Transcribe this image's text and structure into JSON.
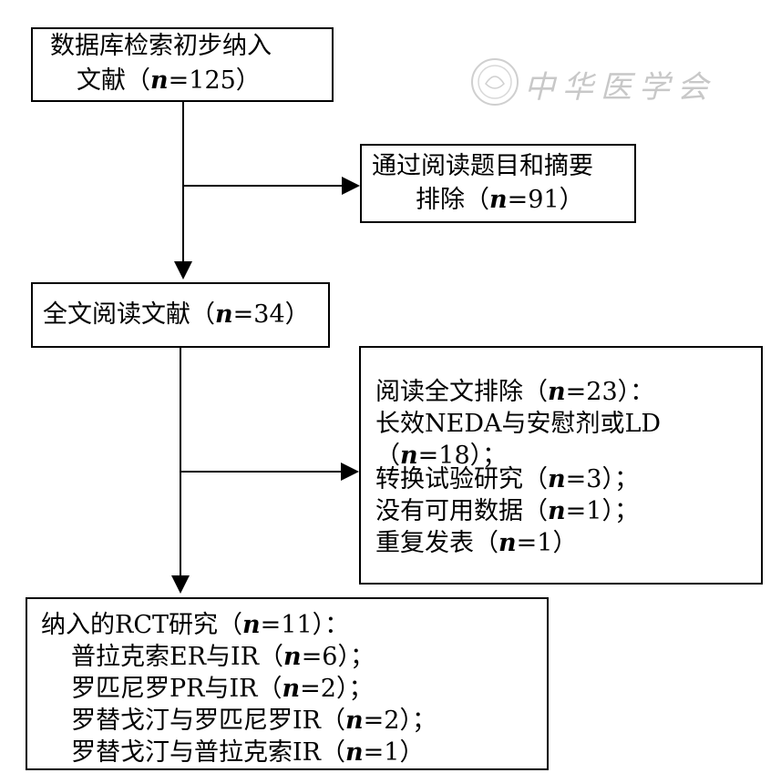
{
  "boxes": {
    "initial": {
      "line1": "数据库检索初步纳入",
      "line2_pre": "文献（",
      "n": "n",
      "line2_post": "=125）"
    },
    "excluded_title": {
      "line1": "通过阅读题目和摘要",
      "line2_pre": "排除（",
      "n": "n",
      "line2_post": "=91）"
    },
    "fulltext": {
      "pre": "全文阅读文献（",
      "n": "n",
      "post": "=34）"
    },
    "excluded_full": {
      "lines": [
        {
          "pre": "阅读全文排除（",
          "n": "n",
          "post": "=23）："
        },
        {
          "pre": "长效NEDA与安慰剂或LD",
          "n": "",
          "post": ""
        },
        {
          "pre": "（",
          "n": "n",
          "post": "=18）；"
        },
        {
          "pre": "转换试验研究（",
          "n": "n",
          "post": "=3）；"
        },
        {
          "pre": "没有可用数据（",
          "n": "n",
          "post": "=1）；"
        },
        {
          "pre": "重复发表（",
          "n": "n",
          "post": "=1）"
        }
      ]
    },
    "included": {
      "lines": [
        {
          "pre": "纳入的RCT研究（",
          "n": "n",
          "post": "=11）："
        },
        {
          "pre": "普拉克索ER与IR（",
          "n": "n",
          "post": "=6）；"
        },
        {
          "pre": "罗匹尼罗PR与IR（",
          "n": "n",
          "post": "=2）；"
        },
        {
          "pre": "罗替戈汀与罗匹尼罗IR（",
          "n": "n",
          "post": "=2）；"
        },
        {
          "pre": "罗替戈汀与普拉克索IR（",
          "n": "n",
          "post": "=1）"
        }
      ]
    }
  },
  "watermark": {
    "text": "中华医学会"
  }
}
